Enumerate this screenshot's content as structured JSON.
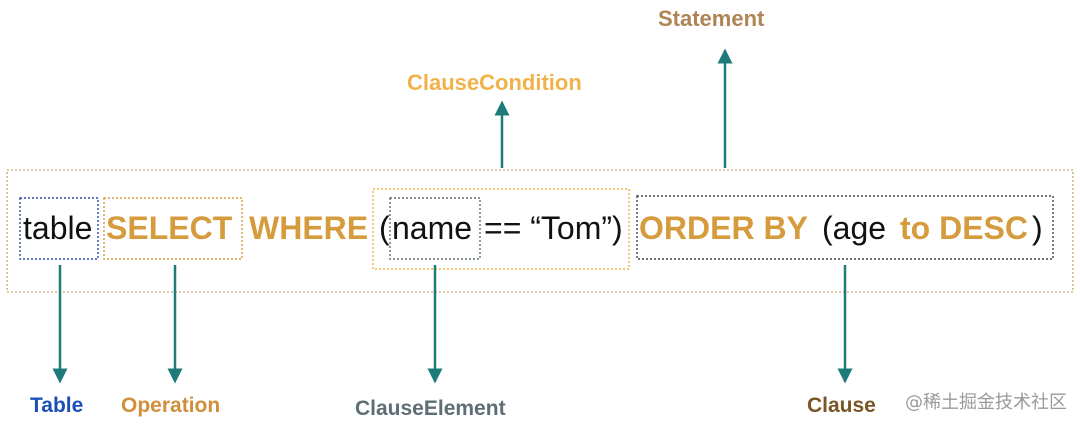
{
  "labels": {
    "statement": "Statement",
    "clause_condition": "ClauseCondition",
    "table": "Table",
    "operation": "Operation",
    "clause_element": "ClauseElement",
    "clause": "Clause"
  },
  "code": {
    "table": "table",
    "select": "SELECT",
    "where": "WHERE",
    "open_paren": "(",
    "name": "name",
    "eq_tom": "== “Tom”)",
    "order_by": "ORDER BY",
    "age_open": "(age",
    "to_desc": "to DESC",
    "close_paren": ")"
  },
  "watermark": "@稀土掘金技术社区",
  "colors": {
    "arrow": "#1f7a7a",
    "keyword": "#d59b3c",
    "statement": "#b08555",
    "clause_condition": "#f0b24a",
    "table": "#1c4fb8",
    "operation": "#d08f3a",
    "clause_element": "#5d6e75",
    "clause": "#7a5526"
  }
}
